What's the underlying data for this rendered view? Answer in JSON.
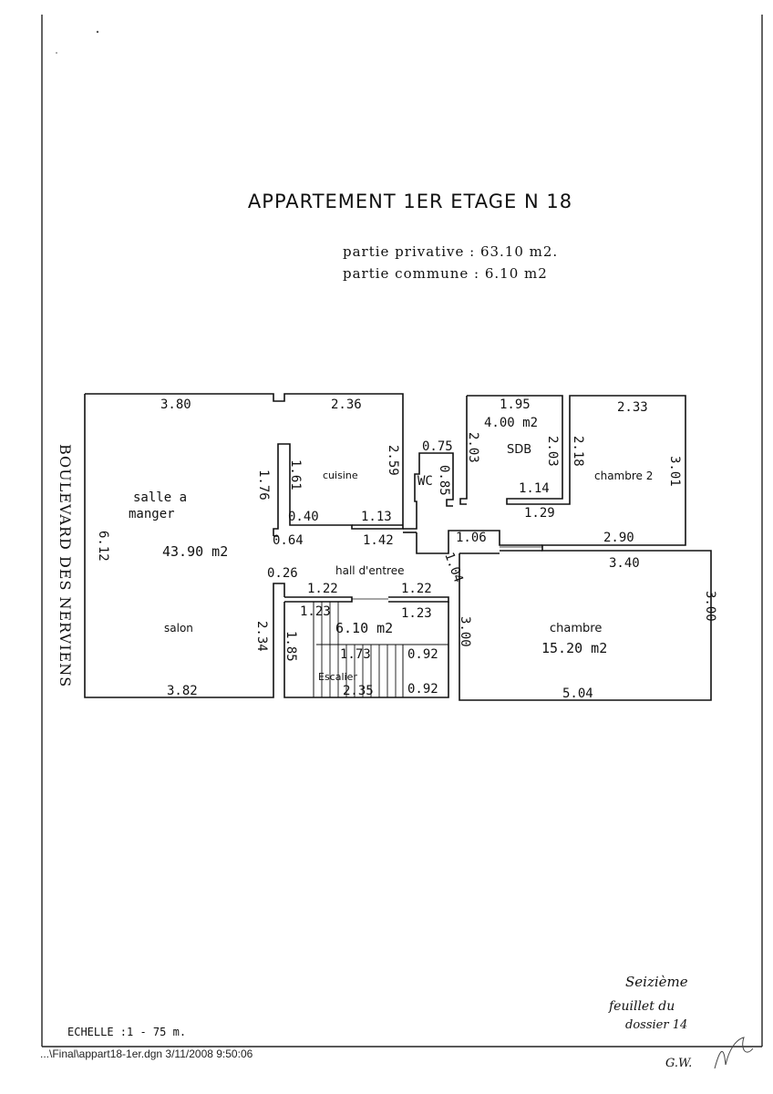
{
  "title": "APPARTEMENT 1ER ETAGE N 18",
  "areas": {
    "privative": "partie privative : 63.10  m2.",
    "commune": "partie commune : 6.10  m2"
  },
  "street": "BOULEVARD DES NERVIENS",
  "rooms": {
    "salle": "salle a",
    "manger": "manger",
    "salle_area": "43.90  m2",
    "salon": "salon",
    "cuisine": "cuisine",
    "wc": "WC",
    "sdb": "SDB",
    "sdb_area": "4.00  m2",
    "chambre2": "chambre 2",
    "hall": "hall d'entree",
    "escalier": "Escalier",
    "escalier_area": "6.10  m2",
    "chambre": "chambre",
    "chambre_area": "15.20  m2"
  },
  "dimensions": [
    "3.80",
    "2.36",
    "1.95",
    "2.33",
    "0.75",
    "2.03",
    "2.03",
    "2.59",
    "2.18",
    "3.01",
    "1.76",
    "1.61",
    "0.85",
    "1.14",
    "1.29",
    "0.40",
    "1.13",
    "0.64",
    "1.42",
    "1.06",
    "2.90",
    "6.12",
    "1.04",
    "3.40",
    "0.26",
    "1.22",
    "1.22",
    "1.23",
    "1.23",
    "3.00",
    "3.00",
    "2.34",
    "1.85",
    "1.73",
    "0.92",
    "2.35",
    "0.92",
    "3.82",
    "5.04"
  ],
  "scale": "ECHELLE :1 - 75 m.",
  "file": "...\\Final\\appart18-1er.dgn  3/11/2008 9:50:06",
  "handwritten": {
    "line1": "Seizième",
    "line2": "feuillet du",
    "line3": "dossier 14",
    "initials": "G.W."
  }
}
